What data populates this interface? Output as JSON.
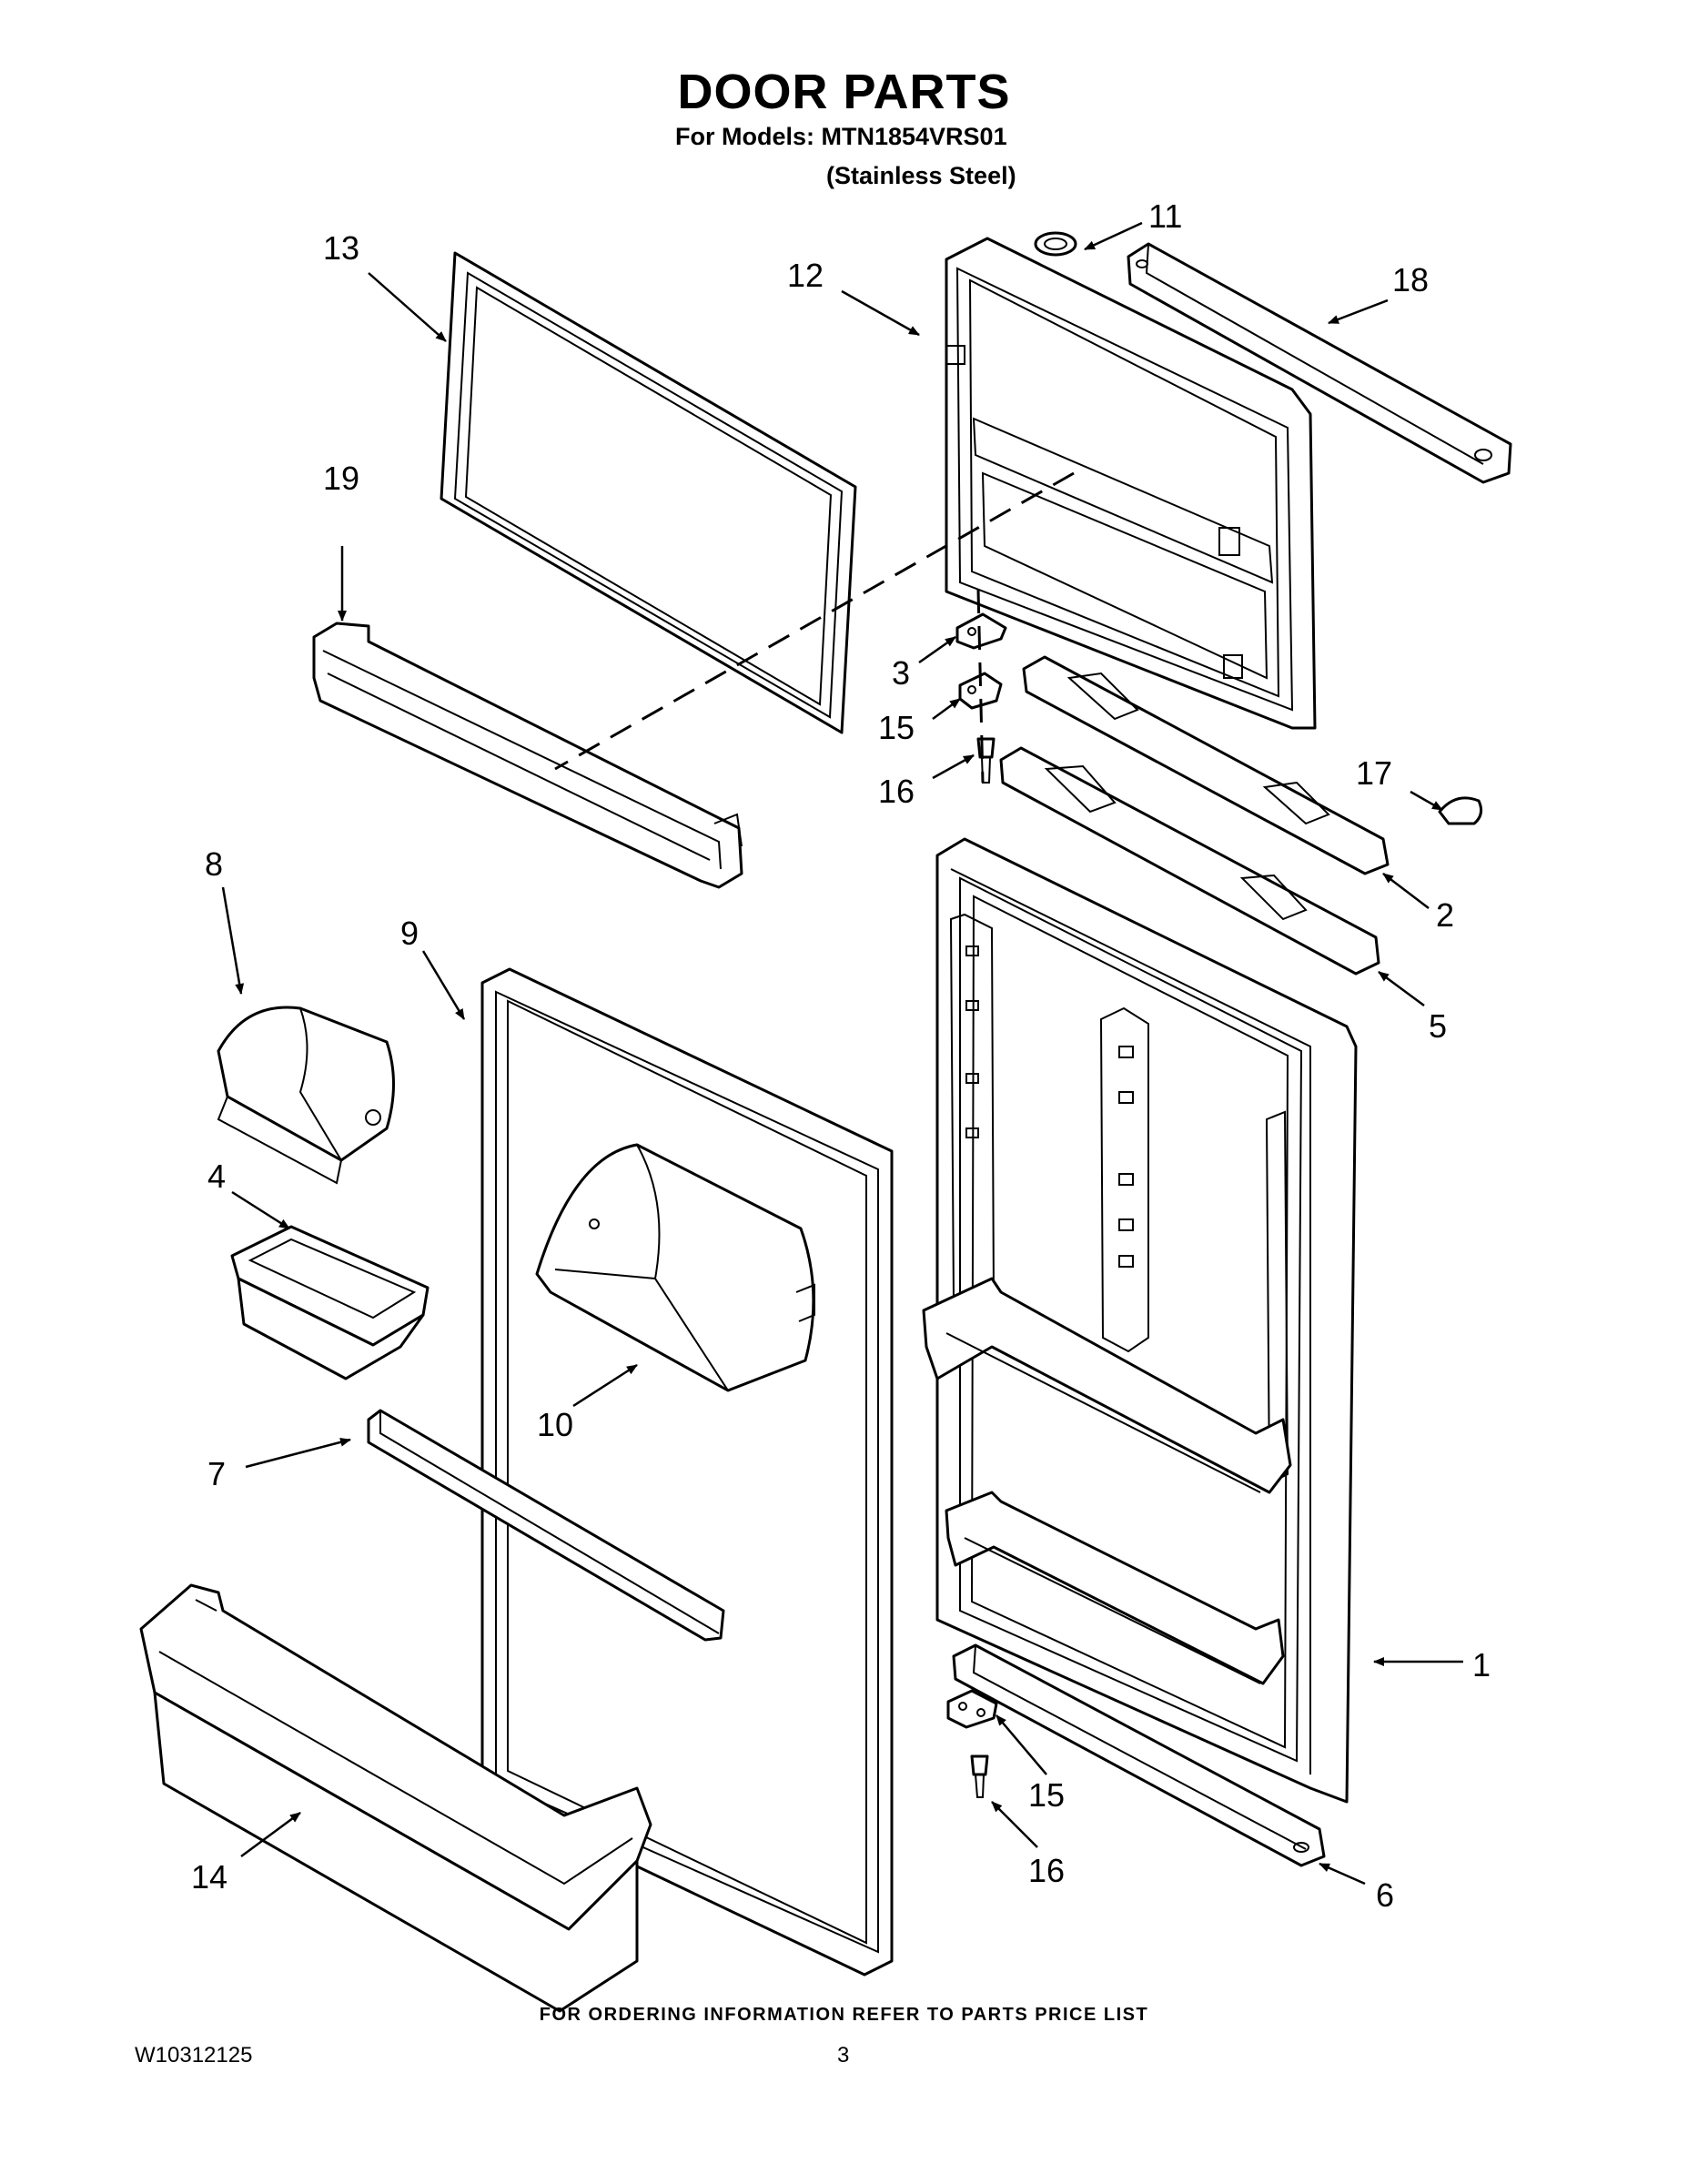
{
  "header": {
    "title": "DOOR PARTS",
    "models_line": "For Models: MTN1854VRS01",
    "finish_line": "(Stainless Steel)"
  },
  "footer": {
    "note": "FOR ORDERING INFORMATION REFER TO PARTS PRICE LIST",
    "doc_number": "W10312125",
    "page_number": "3"
  },
  "callouts": {
    "c1": "1",
    "c2": "2",
    "c3": "3",
    "c4": "4",
    "c5": "5",
    "c6": "6",
    "c7": "7",
    "c8": "8",
    "c9": "9",
    "c10": "10",
    "c11": "11",
    "c12": "12",
    "c13": "13",
    "c14": "14",
    "c15a": "15",
    "c15b": "15",
    "c16a": "16",
    "c16b": "16",
    "c17": "17",
    "c18": "18",
    "c19": "19"
  }
}
